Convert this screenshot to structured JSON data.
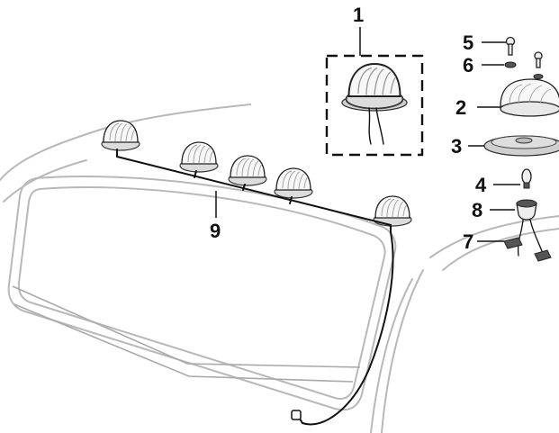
{
  "diagram": {
    "callouts": [
      {
        "id": "1",
        "label": "1"
      },
      {
        "id": "2",
        "label": "2"
      },
      {
        "id": "3",
        "label": "3"
      },
      {
        "id": "4",
        "label": "4"
      },
      {
        "id": "5",
        "label": "5"
      },
      {
        "id": "6",
        "label": "6"
      },
      {
        "id": "7",
        "label": "7"
      },
      {
        "id": "8",
        "label": "8"
      },
      {
        "id": "9",
        "label": "9"
      }
    ],
    "cab_lamp_count": 5,
    "colors": {
      "ink": "#111111",
      "body_outline": "#b8b8b8",
      "lens": "#f7f7f7",
      "gasket": "#cfcfcf"
    }
  }
}
